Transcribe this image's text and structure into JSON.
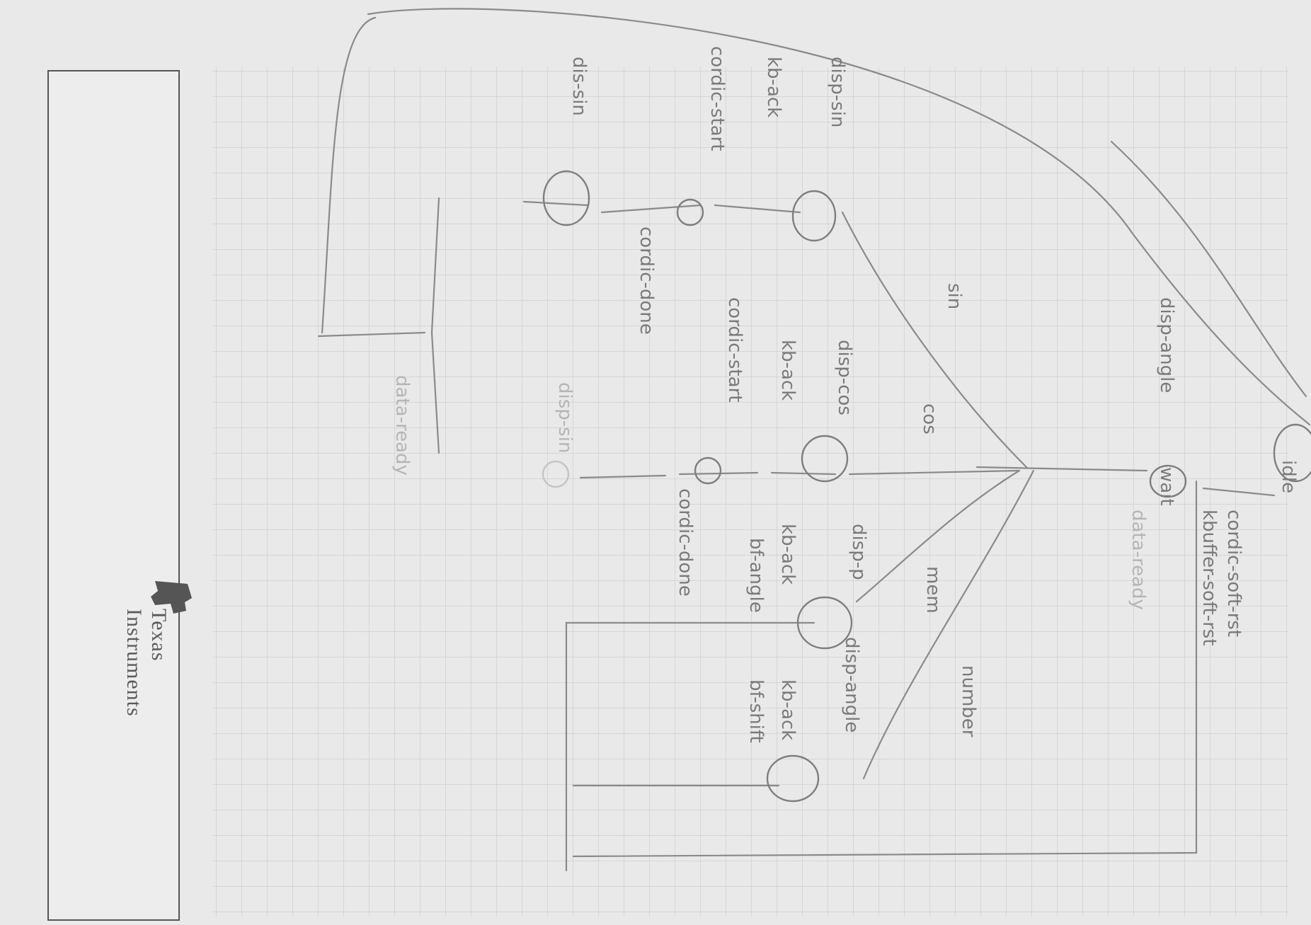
{
  "logo": {
    "line1": "Texas",
    "line2": "Instruments",
    "icon": "ti-logo-icon"
  },
  "diagram": {
    "top_state": "idle",
    "top_edge_label": "cordic-soft-rst",
    "wait_state": "wait",
    "wait_in_label": "kbuffer-soft-rst",
    "wait_left_label": "disp-angle",
    "wait_right_label": "data-ready",
    "branches": {
      "sin": "sin",
      "cos": "cos",
      "mem": "mem",
      "number": "number"
    },
    "sin_column": {
      "s1": "disp-sin",
      "s1_out": "kb-ack",
      "s2_in": "cordic-start",
      "s2": "cordic-done",
      "s3": "dis-sin",
      "bottom": "data-ready"
    },
    "cos_column": {
      "s1": "disp-cos",
      "s1_out": "kb-ack",
      "s2_in": "cordic-start",
      "s2": "cordic-done",
      "s3": "disp-sin"
    },
    "mem_column": {
      "s1": "disp-p",
      "s1_out": "kb-ack",
      "s2_in": "bf-angle"
    },
    "number_column": {
      "s1": "disp-angle",
      "s1_out": "kb-ack",
      "s2_in": "bf-shift"
    }
  }
}
